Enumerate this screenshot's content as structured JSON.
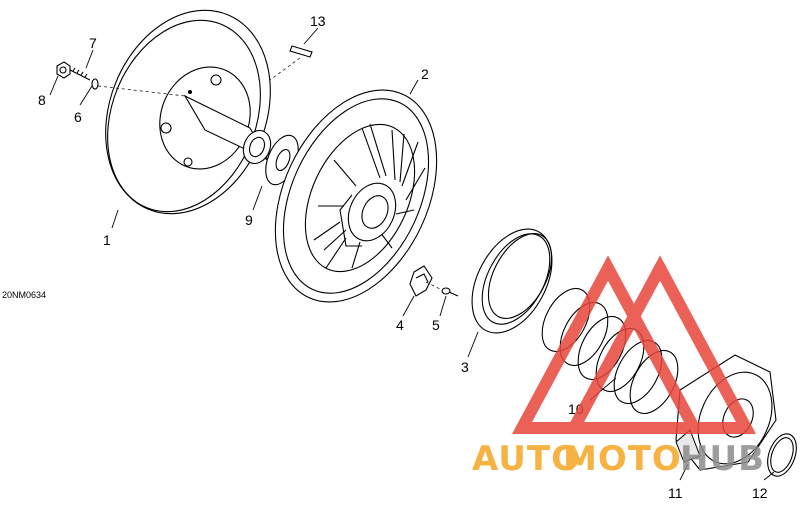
{
  "diagram": {
    "code": "20NM0634",
    "callouts": [
      "1",
      "2",
      "3",
      "4",
      "5",
      "6",
      "7",
      "8",
      "9",
      "10",
      "11",
      "12",
      "13"
    ]
  },
  "watermark": {
    "part1": "AUTO",
    "part2": "MOTO",
    "part3": "HUB",
    "color_orange": "#f5a623",
    "color_red": "#e8463c",
    "color_grey": "#8c8c8c"
  }
}
